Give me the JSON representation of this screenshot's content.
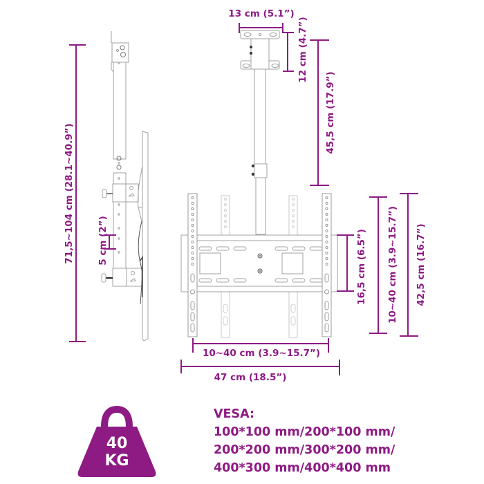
{
  "colors": {
    "accent": "#8e1a84",
    "line_art": "#9a9a9a",
    "background": "#ffffff"
  },
  "dimensions": {
    "total_height": "71,5~104 cm (28.1~40.9”)",
    "hole_spacing": "5 cm (2”)",
    "ceiling_plate_width": "13 cm (5.1”)",
    "ceiling_plate_height": "12 cm (4.7”)",
    "pole_length": "45,5 cm (17.9”)",
    "arm_spacing_width": "10~40 cm (3.9~15.7”)",
    "overall_width": "47 cm (18.5”)",
    "plate_height": "16,5 cm (6.5”)",
    "arm_spacing_height": "10~40 cm (3.9~15.7”)",
    "overall_height": "42,5 cm (16.7”)"
  },
  "weight": {
    "icon": "kettlebell-weight-icon",
    "value": "40",
    "unit": "KG"
  },
  "vesa": {
    "title": "VESA:",
    "lines": [
      "100*100 mm/200*100 mm/",
      "200*200 mm/300*200 mm/",
      "400*300 mm/400*400 mm"
    ]
  }
}
